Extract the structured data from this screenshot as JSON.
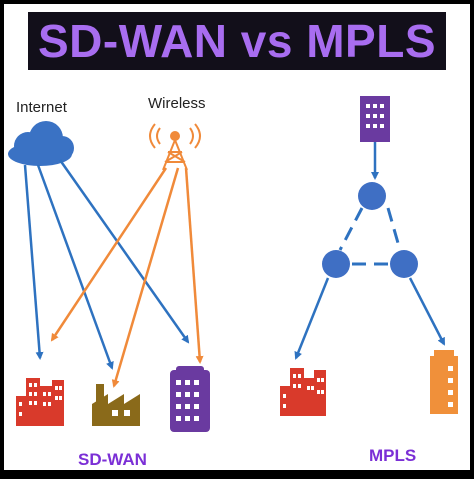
{
  "header": {
    "title": "SD-WAN vs MPLS"
  },
  "labels": {
    "internet": "Internet",
    "wireless": "Wireless",
    "sdwan": "SD-WAN",
    "mpls": "MPLS"
  },
  "colors": {
    "title_text": "#a86df0",
    "blue_links": "#2e72c0",
    "orange_links": "#f08a3a",
    "red_buildings": "#d93a2b",
    "factory": "#8a6a1a",
    "purple_building": "#6a3aa0",
    "orange_tower": "#f0903a",
    "network_nodes": "#3f6fc4",
    "label_accent": "#7b2fd6"
  },
  "icons": [
    "cloud-icon",
    "radio-tower-icon",
    "office-building-icon",
    "factory-icon",
    "network-node-icon"
  ]
}
